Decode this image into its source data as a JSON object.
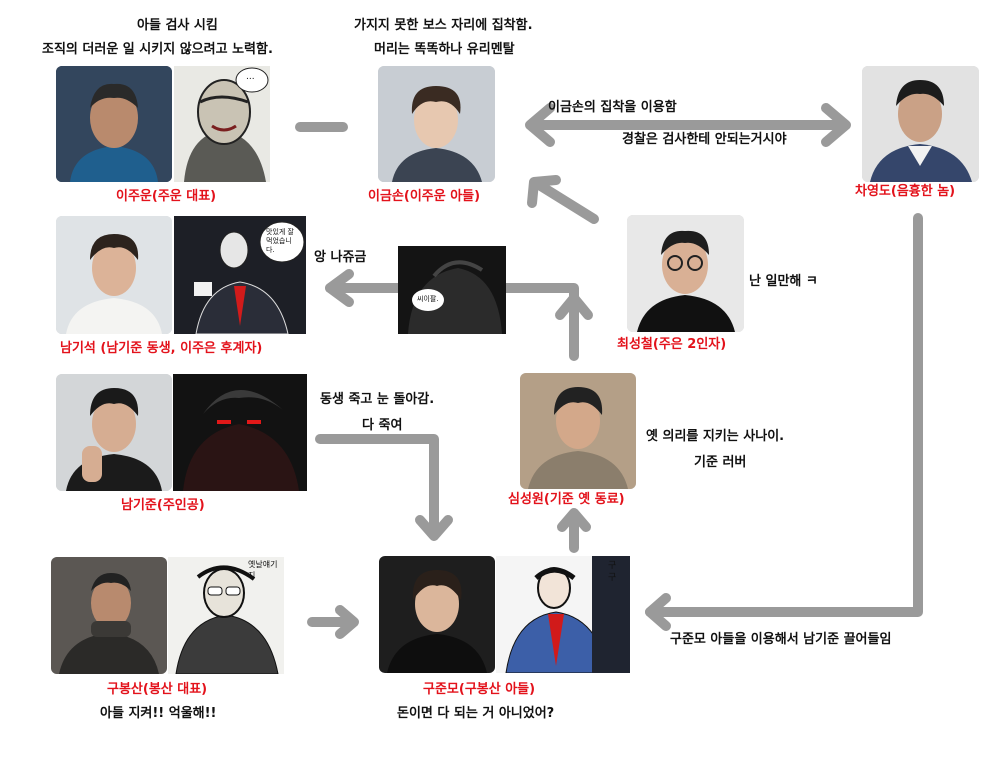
{
  "colors": {
    "name_red": "#e3121b",
    "arrow_gray": "#9a9a9a",
    "text": "#111111"
  },
  "characters": {
    "lee_juun": {
      "caption": "이주운(주운 대표)",
      "note_line1": "아들 검사 시킴",
      "note_line2": "조직의 더러운 일 시키지 않으려고 노력함.",
      "bubble": "...",
      "icon": "portrait"
    },
    "lee_geumson": {
      "caption": "이금손(이주운 아들)",
      "note_line1": "가지지 못한 보스 자리에 집착함.",
      "note_line2": "머리는 똑똑하나 유리멘탈",
      "icon": "portrait"
    },
    "cha_youngdo": {
      "caption": "차영도(음흉한 놈)",
      "icon": "portrait"
    },
    "nam_giseok": {
      "caption": "남기석 (남기준 동생, 이주은 후계자)",
      "bubble": "맛있게 잘 먹었습니다.",
      "icon": "portrait"
    },
    "choi_seongcheol": {
      "caption": "최성철(주은 2인자)",
      "note": "난 일만해 ㅋ",
      "icon": "portrait"
    },
    "nam_gijun": {
      "caption": "남기준(주인공)",
      "icon": "portrait"
    },
    "sim_seongwon": {
      "caption": "심성원(기준 옛 동료)",
      "note_line1": "옛 의리를 지키는 사나이.",
      "note_line2": "기준 러버",
      "icon": "portrait"
    },
    "gu_bongsan": {
      "caption": "구봉산(봉산 대표)",
      "quote": "아들 지켜!! 억울해!!",
      "bubble": "옛날얘기지",
      "icon": "portrait"
    },
    "gu_junmo": {
      "caption": "구준모(구봉산 아들)",
      "quote": "돈이면 다 되는 거 아니었어?",
      "icon": "portrait"
    }
  },
  "middle_panel": {
    "bubble": "씨이팔."
  },
  "arrow_labels": {
    "geumson_youngdo_top": "이금손의 집착을 이용함",
    "geumson_youngdo_bottom": "경찰은 검사한테 안되는거시야",
    "to_giseok": "앙 나쥬금",
    "gijun_line1": "동생 죽고 눈 돌아감.",
    "gijun_line2": "다 죽여",
    "youngdo_to_junmo": "구준모 아들을 이용해서 남기준 끌어들임"
  },
  "junmo_comic_text": "구 구"
}
